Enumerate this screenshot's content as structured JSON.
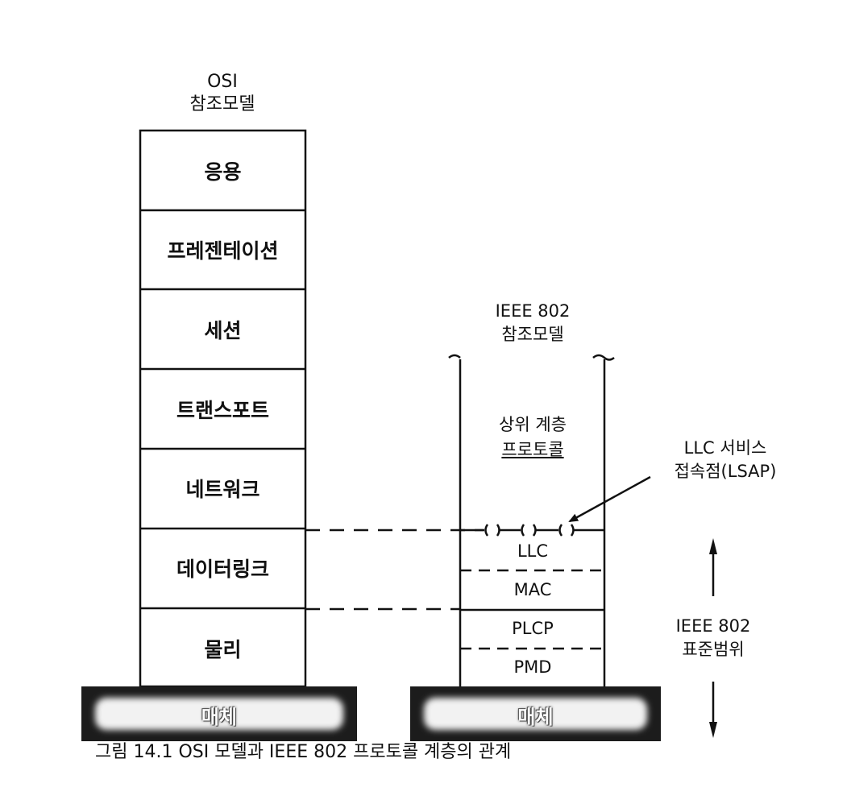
{
  "osi": {
    "title_line1": "OSI",
    "title_line2": "참조모델",
    "layers": [
      "응용",
      "프레젠테이션",
      "세션",
      "트랜스포트",
      "네트워크",
      "데이터링크",
      "물리"
    ]
  },
  "ieee": {
    "title_line1": "IEEE 802",
    "title_line2": "참조모델",
    "upper_line1": "상위 계층",
    "upper_line2": "프로토콜",
    "sublayers": [
      "LLC",
      "MAC",
      "PLCP",
      "PMD"
    ]
  },
  "lsap": {
    "line1": "LLC 서비스",
    "line2": "접속점(LSAP)"
  },
  "scope": {
    "line1": "IEEE 802",
    "line2": "표준범위"
  },
  "medium": {
    "left": "매체",
    "right": "매체"
  },
  "caption": "그림 14.1  OSI 모델과 IEEE 802 프로토콜 계층의 관계"
}
